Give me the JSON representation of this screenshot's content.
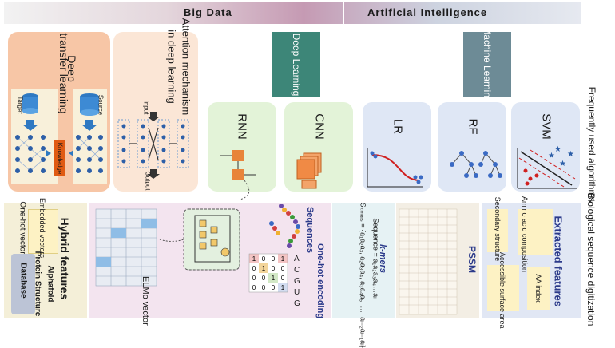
{
  "header": {
    "left": "Big  Data",
    "right": "Artificial  Intelligence"
  },
  "top_section": {
    "side_label": "Frequently used algorithms",
    "transfer": {
      "title_line1": "Deep",
      "title_line2": "transfer learning",
      "target": "Target",
      "source": "Source",
      "knowledge": "Knowledge"
    },
    "attention": {
      "title_line1": "Attention mechanism",
      "title_line2": "in deep learning",
      "input": "Input",
      "output": "Output"
    },
    "deep_learning_tag": "Deep Learning",
    "machine_learning_tag": "Machine Learning",
    "algorithms": [
      "RNN",
      "CNN",
      "LR",
      "RF",
      "SVM"
    ]
  },
  "bottom_section": {
    "side_label": "Biological sequence digitization",
    "hybrid": {
      "title": "Hybrid features",
      "one_hot_vector": "One-hot vector",
      "embedded_vectors": "Embedded vectors",
      "alphafold": "Alphafold",
      "protein_structure": "Protein Structure",
      "database": "Database"
    },
    "elmo": {
      "title": "ELMo vector"
    },
    "sequences": "Sequences",
    "one_hot": {
      "title": "One-hot encoding",
      "letters": [
        "A",
        "C",
        "G",
        "U",
        "G"
      ]
    },
    "kmers": {
      "title": "k-mers",
      "line1": "Sequence = a₁a₂a₃a₄…aₗ",
      "line2": "Sₖₘₑᵣₛ = {a₁a₂a₃, a₂a₃a₄, a₃a₄a₅, …, aₗ₋₂aₗ₋₁aₗ}"
    },
    "pssm": {
      "title": "PSSM"
    },
    "extracted": {
      "title": "Extracted features",
      "secondary": "Secondary structure",
      "amino": "Amino acid composition",
      "accessible": "Accessible surface area",
      "aa_index": "AA index"
    }
  },
  "colors": {
    "transfer": "#f7c6a6",
    "attention": "#fbe6d6",
    "deep_tag": "#3d8678",
    "ml_tag": "#6d8b96",
    "green_box": "#e3f3d8",
    "blue_box": "#dfe7f5",
    "cream": "#f4efd8",
    "pink": "#f3e4ef",
    "light_blue": "#e6f2f4",
    "extracted_bg": "#e1e7f4"
  }
}
